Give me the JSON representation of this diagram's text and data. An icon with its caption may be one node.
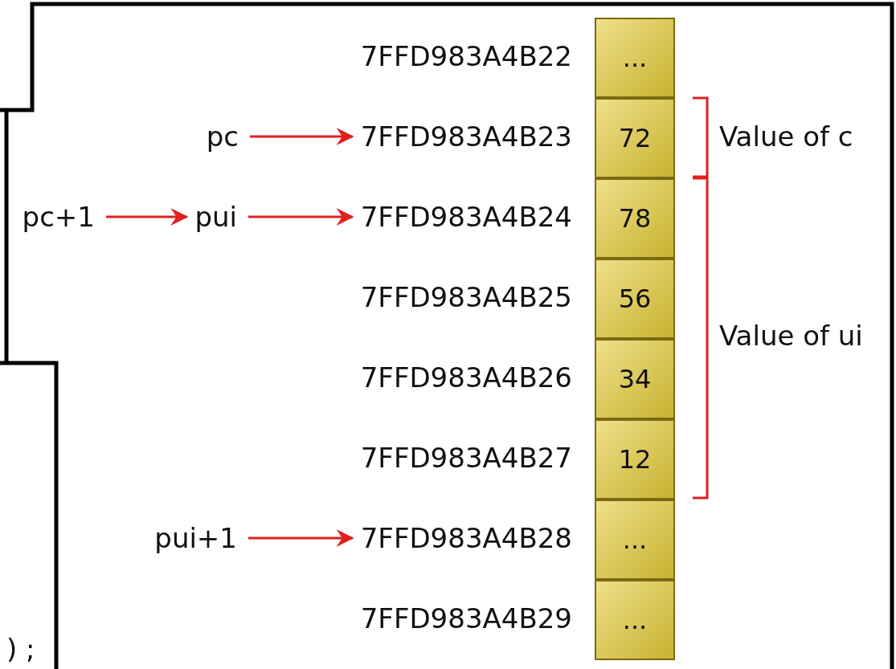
{
  "diagram": {
    "nodes": [
      {
        "text": [
          "7FFD983A4B22"
        ]
      },
      {
        "text": [
          "..."
        ]
      },
      {
        "text": [
          "pc"
        ]
      },
      {
        "text": [
          "7FFD983A4B23"
        ]
      },
      {
        "text": [
          "72"
        ]
      },
      {
        "text": [
          "pc+1"
        ]
      },
      {
        "text": [
          "pui"
        ]
      },
      {
        "text": [
          "7FFD983A4B24"
        ]
      },
      {
        "text": [
          "78"
        ]
      },
      {
        "text": [
          "7FFD983A4B25"
        ]
      },
      {
        "text": [
          "56"
        ]
      },
      {
        "text": [
          "7FFD983A4B26"
        ]
      },
      {
        "text": [
          "34"
        ]
      },
      {
        "text": [
          "7FFD983A4B27"
        ]
      },
      {
        "text": [
          "12"
        ]
      },
      {
        "text": [
          "pui+1"
        ]
      },
      {
        "text": [
          "7FFD983A4B28"
        ]
      },
      {
        "text": [
          "..."
        ]
      },
      {
        "text": [
          "7FFD983A4B29"
        ]
      },
      {
        "text": [
          "..."
        ]
      }
    ],
    "edges": [
      {
        "from": 2,
        "to": 3,
        "arrow": "to"
      },
      {
        "from": 5,
        "to": 6,
        "arrow": "to"
      },
      {
        "from": 6,
        "to": 7,
        "arrow": "to"
      },
      {
        "from": 15,
        "to": 16,
        "arrow": "to"
      }
    ],
    "labels": [
      "Value of c",
      "Value of ui",
      ") ;"
    ]
  }
}
